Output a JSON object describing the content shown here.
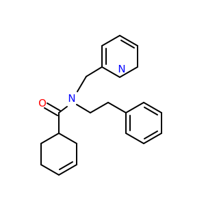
{
  "molecule": {
    "atoms": [
      {
        "id": "O1",
        "symbol": "O",
        "color": "#ff0000"
      },
      {
        "id": "N1",
        "symbol": "N",
        "color": "#0000ff"
      },
      {
        "id": "N2",
        "symbol": "N",
        "color": "#0000ff"
      }
    ],
    "bond_color": "#000000"
  }
}
